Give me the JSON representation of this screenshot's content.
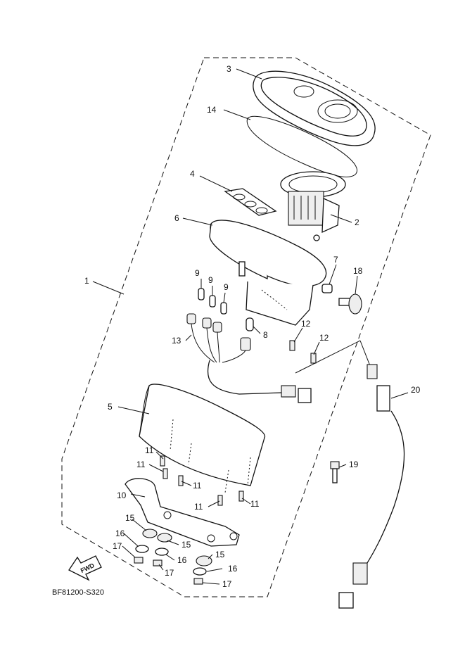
{
  "diagram": {
    "code": "BF81200-S320",
    "fwd_label": "FWD",
    "callouts": [
      {
        "id": "c1",
        "label": "1"
      },
      {
        "id": "c2",
        "label": "2"
      },
      {
        "id": "c3",
        "label": "3"
      },
      {
        "id": "c4",
        "label": "4"
      },
      {
        "id": "c5",
        "label": "5"
      },
      {
        "id": "c6",
        "label": "6"
      },
      {
        "id": "c7",
        "label": "7"
      },
      {
        "id": "c8",
        "label": "8"
      },
      {
        "id": "c9a",
        "label": "9"
      },
      {
        "id": "c9b",
        "label": "9"
      },
      {
        "id": "c9c",
        "label": "9"
      },
      {
        "id": "c10",
        "label": "10"
      },
      {
        "id": "c11a",
        "label": "11"
      },
      {
        "id": "c11b",
        "label": "11"
      },
      {
        "id": "c11c",
        "label": "11"
      },
      {
        "id": "c11d",
        "label": "11"
      },
      {
        "id": "c11e",
        "label": "11"
      },
      {
        "id": "c12a",
        "label": "12"
      },
      {
        "id": "c12b",
        "label": "12"
      },
      {
        "id": "c13",
        "label": "13"
      },
      {
        "id": "c14",
        "label": "14"
      },
      {
        "id": "c15a",
        "label": "15"
      },
      {
        "id": "c15b",
        "label": "15"
      },
      {
        "id": "c15c",
        "label": "15"
      },
      {
        "id": "c16a",
        "label": "16"
      },
      {
        "id": "c16b",
        "label": "16"
      },
      {
        "id": "c16c",
        "label": "16"
      },
      {
        "id": "c17a",
        "label": "17"
      },
      {
        "id": "c17b",
        "label": "17"
      },
      {
        "id": "c17c",
        "label": "17"
      },
      {
        "id": "c18",
        "label": "18"
      },
      {
        "id": "c19",
        "label": "19"
      },
      {
        "id": "c20",
        "label": "20"
      }
    ]
  }
}
